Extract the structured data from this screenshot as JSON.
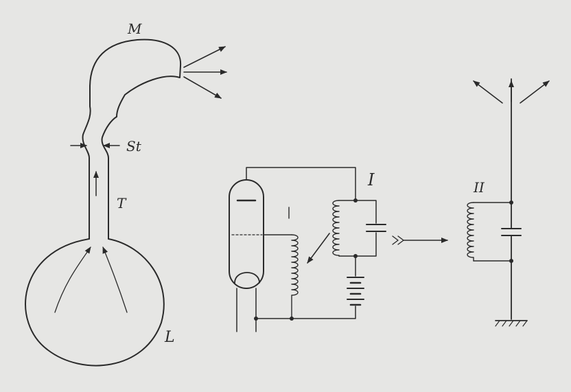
{
  "labels": {
    "mouth": "M",
    "constriction": "St",
    "tube": "T",
    "lung": "L",
    "circuit_one": "I",
    "circuit_two": "II"
  },
  "colors": {
    "paper": "#e6e6e4",
    "ink": "#2a2a2a"
  }
}
